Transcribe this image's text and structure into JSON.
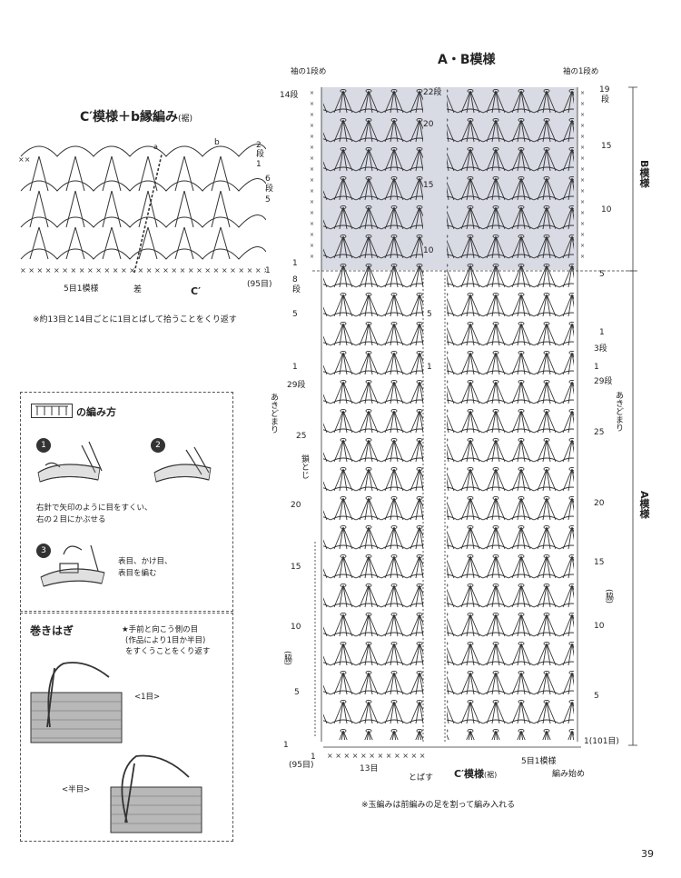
{
  "chart_c": {
    "title": "C′模様＋b縁編み",
    "title_sub": "(裾)",
    "right_rows": [
      "2",
      "段",
      "1",
      "6",
      "段",
      "5",
      "1"
    ],
    "label_a": "a",
    "label_b": "b",
    "label_c": "C′",
    "repeat": "5目1模様",
    "diff": "差",
    "stitches": "(95目)",
    "note": "※約13目と14目ごとに1目とばして拾うことをくり返す"
  },
  "howto": {
    "title": "の編み方",
    "step1_num": "1",
    "step2_num": "2",
    "step12_text1": "右針で矢印のように目をすくい、",
    "step12_text2": "右の２目にかぶせる",
    "step3_num": "3",
    "step3_text1": "表目、かけ目、",
    "step3_text2": "表目を編む"
  },
  "makihagi": {
    "title": "巻きはぎ",
    "note1": "★手前と向こう側の目",
    "note2": "(作品により1目か半目)",
    "note3": "をすくうことをくり返す",
    "one": "<1目>",
    "half": "<半目>"
  },
  "chart_ab": {
    "title": "A・B模様",
    "sleeve_left": "袖の1段め",
    "sleeve_right": "袖の1段め",
    "b_label": "B模様",
    "a_label": "A模様",
    "left_rows": [
      "14段",
      "1",
      "8",
      "段",
      "5",
      "1",
      "29段",
      "25",
      "20",
      "15",
      "10",
      "5",
      "1",
      "1"
    ],
    "inner_rows": [
      "22段",
      "20",
      "15",
      "10",
      "5",
      "1"
    ],
    "right_rows": [
      "19",
      "段",
      "15",
      "10",
      "5",
      "1",
      "3段",
      "1",
      "29段",
      "25",
      "20",
      "15",
      "10",
      "5",
      "1(101目)"
    ],
    "akidomari": "あきどまり",
    "sagemoji": "鎖とじ",
    "waki": "(脇)",
    "skip": "とばす",
    "stitches_left": "(95目)",
    "count_13": "13目",
    "cprime": "C′模様",
    "cprime_sub": "(裾)",
    "repeat": "5目1模様",
    "start": "編み始め",
    "note": "※玉編みは前編みの足を割って編み入れる"
  },
  "page_number": "39"
}
